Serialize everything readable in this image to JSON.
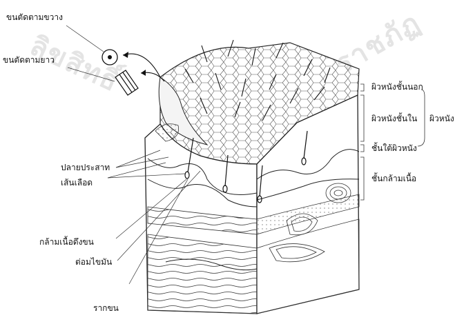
{
  "labels": {
    "hair_cross_section": "ขนตัดตามขวาง",
    "hair_long_section": "ขนตัดตามยาว",
    "epidermis_outer": "ผิวหนังชั้นนอก",
    "dermis_inner": "ผิวหนังชั้นใน",
    "skin": "ผิวหนัง",
    "subcutaneous": "ชั้นใต้ผิวหนัง",
    "muscle_layer": "ชั้นกล้ามเนื้อ",
    "nerve_endings": "ปลายประสาท",
    "blood_vessel": "เส้นเลือด",
    "arrector_pili": "กล้ามเนื้อดึงขน",
    "sebaceous_gland": "ต่อมไขมัน",
    "hair_root": "รากขน"
  },
  "watermark": {
    "left": "ลิขสิทธิ์",
    "right": "ราชภัฏ"
  }
}
